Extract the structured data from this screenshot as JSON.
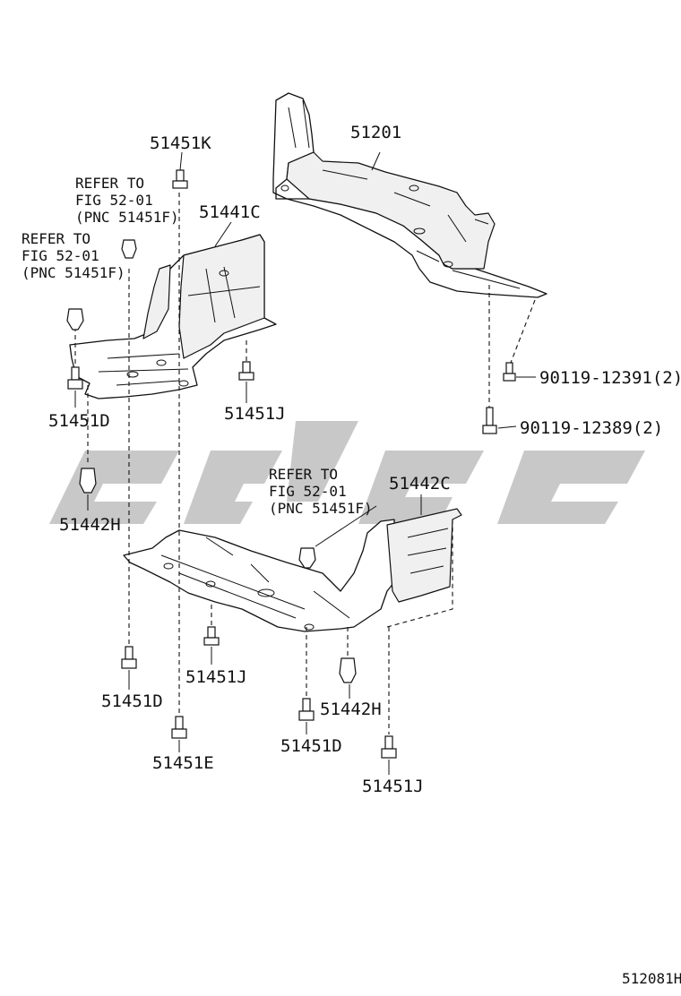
{
  "diagram_code": "512081H",
  "watermark": {
    "color": "#9a9a9a"
  },
  "labels": {
    "p51201": "51201",
    "p51451k": "51451K",
    "p51441c": "51441C",
    "ref_a_1": "REFER TO",
    "ref_a_2": "FIG 52-01",
    "ref_a_3": "(PNC 51451F)",
    "ref_b_1": "REFER TO",
    "ref_b_2": "FIG 52-01",
    "ref_b_3": "(PNC 51451F)",
    "ref_c_1": "REFER TO",
    "ref_c_2": "FIG 52-01",
    "ref_c_3": "(PNC 51451F)",
    "p51451d_a": "51451D",
    "p51451j_a": "51451J",
    "p90119_12391": "90119-12391(2)",
    "p90119_12389": "90119-12389(2)",
    "p51442h_a": "51442H",
    "p51442c": "51442C",
    "p51451j_b": "51451J",
    "p51451d_b": "51451D",
    "p51442h_b": "51442H",
    "p51451d_c": "51451D",
    "p51451e": "51451E",
    "p51451j_c": "51451J"
  }
}
